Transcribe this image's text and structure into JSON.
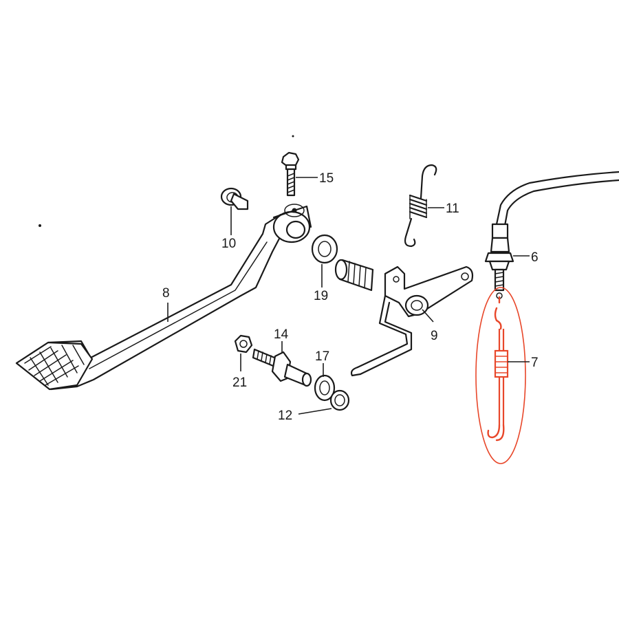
{
  "callouts": [
    {
      "id": "p8",
      "label": "8"
    },
    {
      "id": "p10",
      "label": "10"
    },
    {
      "id": "p15",
      "label": "15"
    },
    {
      "id": "p19",
      "label": "19"
    },
    {
      "id": "p11",
      "label": "11"
    },
    {
      "id": "p9",
      "label": "9"
    },
    {
      "id": "p6",
      "label": "6"
    },
    {
      "id": "p7",
      "label": "7"
    },
    {
      "id": "p14",
      "label": "14"
    },
    {
      "id": "p21",
      "label": "21"
    },
    {
      "id": "p17",
      "label": "17"
    },
    {
      "id": "p12",
      "label": "12"
    }
  ],
  "colors": {
    "line": "#1a1a1a",
    "highlight": "#e8472a",
    "background": "#ffffff"
  },
  "highlighted_part": "7"
}
